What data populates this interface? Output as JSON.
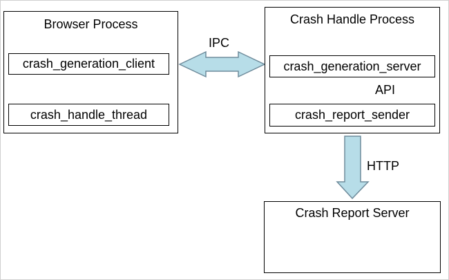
{
  "browser_process": {
    "title": "Browser Process",
    "components": [
      {
        "label": "crash_generation_client"
      },
      {
        "label": "crash_handle_thread"
      }
    ]
  },
  "crash_handle_process": {
    "title": "Crash Handle Process",
    "components": [
      {
        "label": "crash_generation_server"
      },
      {
        "label": "crash_report_sender"
      }
    ]
  },
  "crash_report_server": {
    "title": "Crash Report Server"
  },
  "connections": {
    "ipc_label": "IPC",
    "api_label": "API",
    "http_label": "HTTP"
  },
  "colors": {
    "arrow_fill": "#b7dde8",
    "arrow_stroke": "#6e8b9b",
    "border": "#000000"
  }
}
